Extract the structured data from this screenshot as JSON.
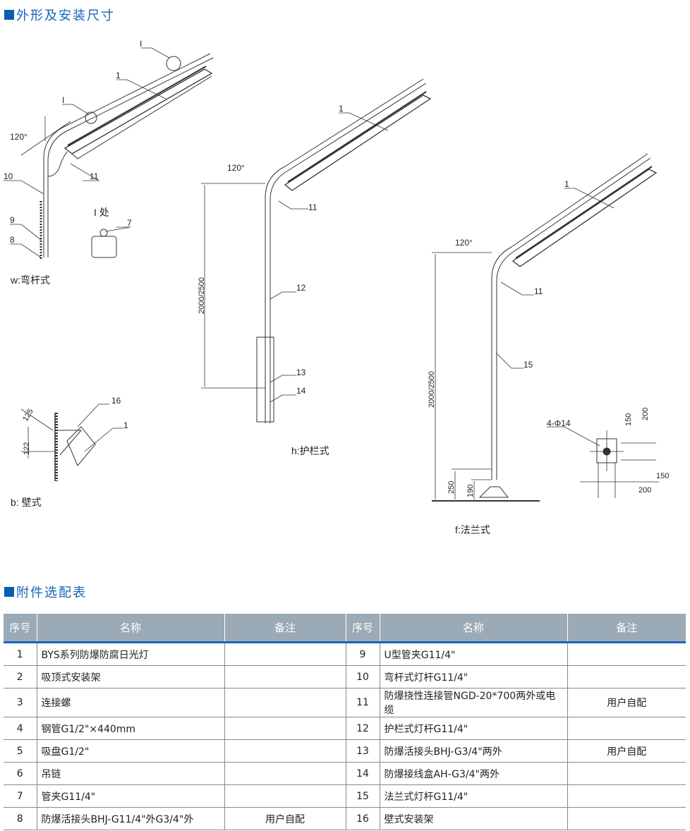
{
  "section1_title": "外形及安装尺寸",
  "section2_title": "附件选配表",
  "drawings": {
    "w": {
      "caption": "w:弯杆式",
      "labels": {
        "i_top": "I",
        "one": "1",
        "i_mid": "I",
        "angle": "120°",
        "ten": "10",
        "eleven": "11",
        "nine": "9",
        "eight": "8",
        "detail": "I 处",
        "seven": "7"
      }
    },
    "h": {
      "caption": "h:护栏式",
      "labels": {
        "one": "1",
        "angle": "120°",
        "eleven": "11",
        "twelve": "12",
        "thirteen": "13",
        "fourteen": "14",
        "height": "2000/2500"
      }
    },
    "f": {
      "caption": "f:法兰式",
      "labels": {
        "one": "1",
        "angle": "120°",
        "eleven": "11",
        "fifteen": "15",
        "height": "2000/2500",
        "d250": "250",
        "d190": "190",
        "holes": "4-Φ14",
        "d150a": "150",
        "d200a": "200",
        "d150b": "150",
        "d200b": "200"
      }
    },
    "b": {
      "caption": "b:  壁式",
      "labels": {
        "d125": "125",
        "d122": "122",
        "sixteen": "16",
        "one": "1"
      }
    }
  },
  "table": {
    "headers": [
      "序号",
      "名称",
      "备注",
      "序号",
      "名称",
      "备注"
    ],
    "rows": [
      [
        "1",
        "BYS系列防爆防腐日光灯",
        "",
        "9",
        "U型管夹G11/4\"",
        ""
      ],
      [
        "2",
        "吸顶式安装架",
        "",
        "10",
        "弯杆式灯杆G11/4\"",
        ""
      ],
      [
        "3",
        "连接螺",
        "",
        "11",
        "防爆挠性连接管NGD-20*700两外或电缆",
        "用户自配"
      ],
      [
        "4",
        "钢管G1/2\"×440mm",
        "",
        "12",
        "护栏式灯杆G11/4\"",
        ""
      ],
      [
        "5",
        "吸盘G1/2\"",
        "",
        "13",
        "防爆活接头BHJ-G3/4\"两外",
        "用户自配"
      ],
      [
        "6",
        "吊链",
        "",
        "14",
        "防爆接线盒AH-G3/4\"两外",
        ""
      ],
      [
        "7",
        "管夹G11/4\"",
        "",
        "15",
        "法兰式灯杆G11/4\"",
        ""
      ],
      [
        "8",
        "防爆活接头BHJ-G11/4\"外G3/4\"外",
        "用户自配",
        "16",
        "壁式安装架",
        ""
      ]
    ]
  }
}
